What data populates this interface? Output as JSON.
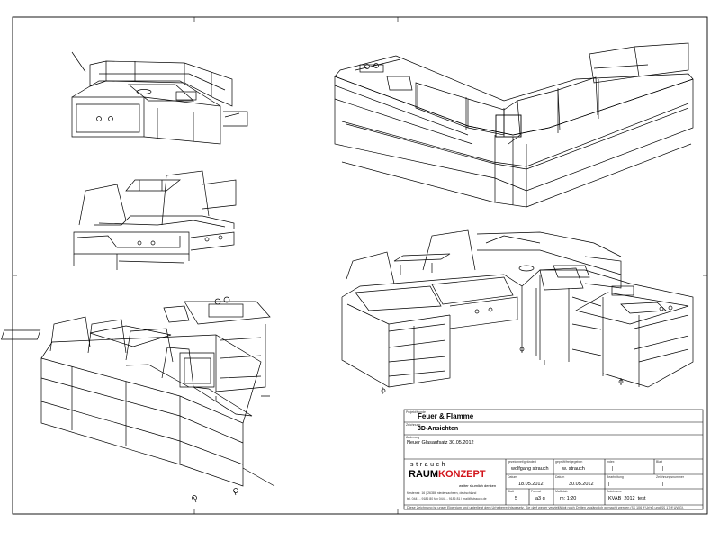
{
  "title_block": {
    "project_label": "Projekt/Kunde",
    "project": "Feuer & Flamme",
    "drawing_label": "Zeichnung",
    "drawing_title": "3D-Ansichten",
    "note_label": "Änderung",
    "note": "Neuer Glasaufsatz 30.05.2012",
    "drawn_by_label": "gezeichnet/geändert",
    "drawn_by": "wolfgang strauch",
    "checked_by_label": "geprüft/freigegeben",
    "checked_by": "w. strauch",
    "drawn_date_label": "Datum",
    "drawn_date": "18.05.2012",
    "checked_date_label": "Datum",
    "checked_date": "30.05.2012",
    "sheet_label": "Blatt",
    "sheet": "5",
    "format_label": "Format",
    "format": "a3 q",
    "scale_label": "Maßstab",
    "scale": "m: 1:20",
    "file_label": "Dateiname",
    "file": "KVAB_2012_test",
    "field_a_label": "Index",
    "field_a": "|",
    "field_b_label": "Blatt",
    "field_b": "|",
    "field_c_label": "Bearbeitung",
    "field_c": "|",
    "field_d_label": "Zeichnungsnummer",
    "field_d": "|",
    "logo_line1": "strauch",
    "logo_raum": "RAUM",
    "logo_konzept": "KONZEPT",
    "slogan": "weiter räumlich denken",
    "address_line1": "fürstenstr. 16  |  26386 niedersachsen, deutschland",
    "address_line2": "tel. 0441 - 9186 80  fax 0441 - 9186 81  |  mail@strauch.de",
    "footer": "Diese Zeichnung ist unser Eigentum und unterliegt dem Urheberrechtsgesetz. Sie darf weder vervielfältigt noch Dritten zugänglich gemacht werden (§§ 106 ff UrhG und §§ 17 ff UWG)."
  },
  "colors": {
    "line": "#000000",
    "logo_accent": "#d2141b"
  }
}
